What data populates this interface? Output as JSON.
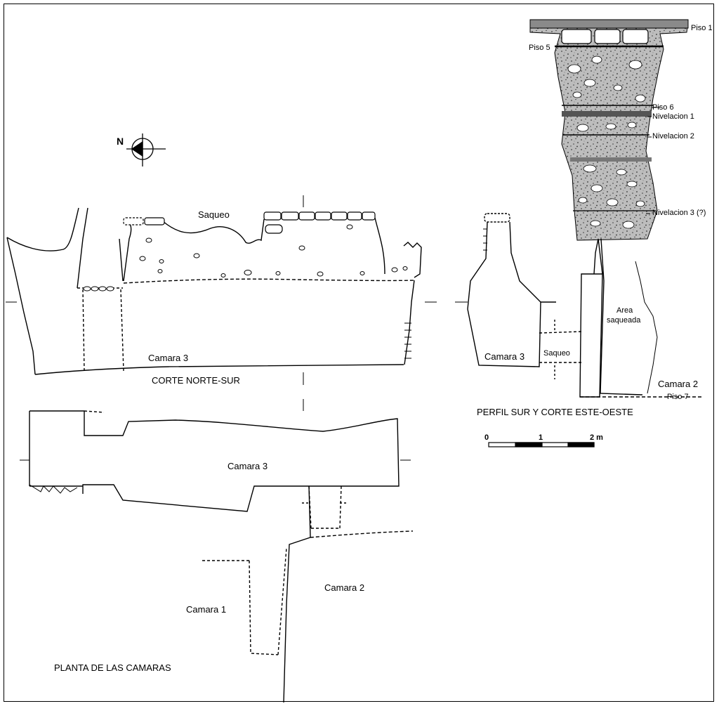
{
  "north": {
    "letter": "N"
  },
  "corte_norte_sur": {
    "saqueo": "Saqueo",
    "camara": "Camara 3",
    "title": "CORTE NORTE-SUR"
  },
  "planta": {
    "camara3": "Camara 3",
    "camara2": "Camara 2",
    "camara1": "Camara 1",
    "title": "PLANTA DE LAS CAMARAS"
  },
  "perfil": {
    "layers": {
      "piso1": "Piso 1",
      "piso5": "Piso 5",
      "piso6": "Piso 6",
      "nivelacion1": "Nivelacion 1",
      "nivelacion2": "Nivelacion 2",
      "nivelacion3": "Nivelacion 3 (?)",
      "piso7": "Piso 7"
    },
    "area_saqueada": [
      "Area",
      "saqueada"
    ],
    "camara3": "Camara 3",
    "saqueo": "Saqueo",
    "camara2": "Camara 2",
    "title": "PERFIL SUR Y CORTE ESTE-OESTE"
  },
  "scale": {
    "ticks": [
      "0",
      "1",
      "2 m"
    ]
  }
}
